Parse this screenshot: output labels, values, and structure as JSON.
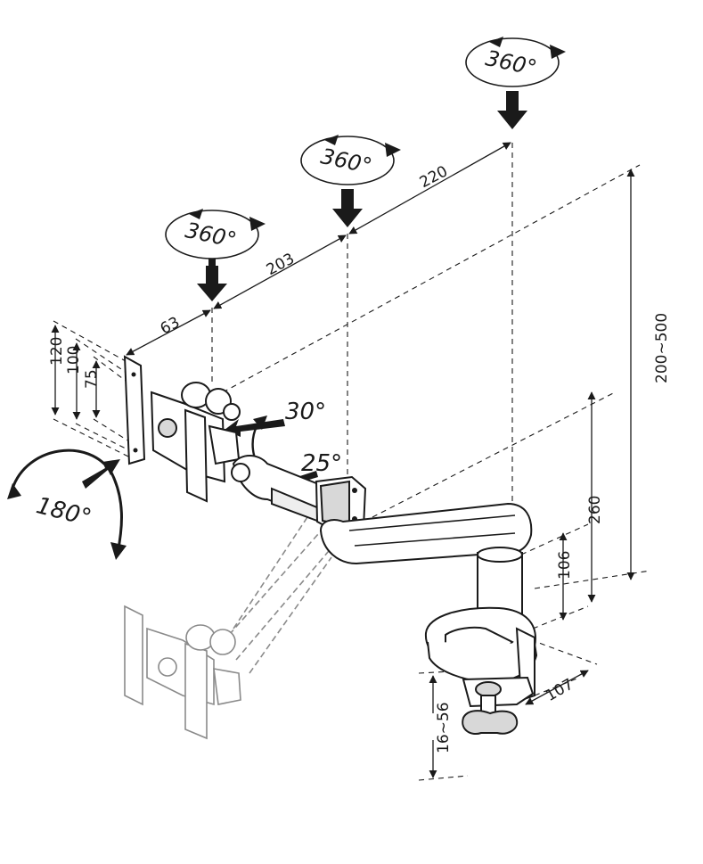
{
  "rotation_labels": {
    "swivel_1": "360°",
    "swivel_2": "360°",
    "swivel_3": "360°",
    "rotate": "180°",
    "tilt_up": "30°",
    "tilt_down": "25°"
  },
  "dimensions": {
    "arm_63": "63",
    "arm_203": "203",
    "arm_220": "220",
    "vesa_120": "120",
    "vesa_100": "100",
    "vesa_75": "75",
    "height_range": "200~500",
    "height_260": "260",
    "height_106": "106",
    "clamp_depth": "107",
    "desk_thickness": "16~56"
  }
}
